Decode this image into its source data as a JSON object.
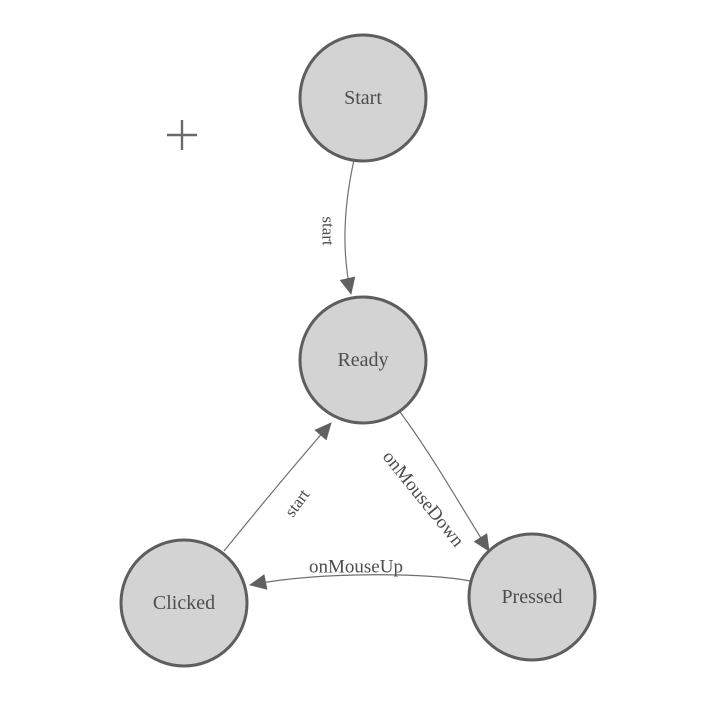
{
  "theme": {
    "background": "#ffffff",
    "node_fill": "#d3d3d3",
    "node_stroke": "#5e5e5e",
    "edge_color": "#6f6f6f",
    "arrow_color": "#606060",
    "label_color": "#4d4d4d",
    "crosshair_color": "#6a6a6a"
  },
  "crosshair": {
    "symbol": "+"
  },
  "nodes": [
    {
      "id": "start",
      "label": "Start"
    },
    {
      "id": "ready",
      "label": "Ready"
    },
    {
      "id": "clicked",
      "label": "Clicked"
    },
    {
      "id": "pressed",
      "label": "Pressed"
    }
  ],
  "edges": [
    {
      "from": "Start",
      "to": "Ready",
      "label": "start"
    },
    {
      "from": "Ready",
      "to": "Pressed",
      "label": "onMouseDown"
    },
    {
      "from": "Pressed",
      "to": "Clicked",
      "label": "onMouseUp"
    },
    {
      "from": "Clicked",
      "to": "Ready",
      "label": "start"
    }
  ]
}
